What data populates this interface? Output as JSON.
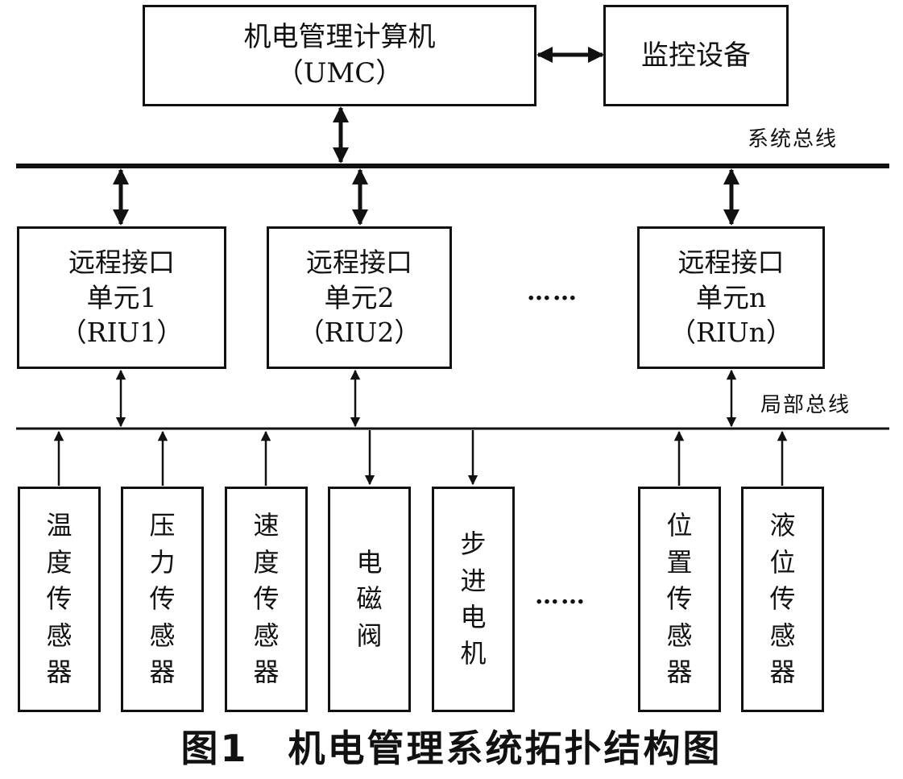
{
  "top": {
    "umc_title": "机电管理计算机",
    "umc_abbr": "（UMC）",
    "monitor": "监控设备"
  },
  "buses": {
    "system_bus": "系统总线",
    "local_bus": "局部总线"
  },
  "rius": [
    {
      "line1": "远程接口",
      "line2": "单元1",
      "line3": "（RIU1）"
    },
    {
      "line1": "远程接口",
      "line2": "单元2",
      "line3": "（RIU2）"
    },
    {
      "line1": "远程接口",
      "line2": "单元n",
      "line3": "（RIUn）"
    }
  ],
  "riu_ellipsis": "……",
  "devices": [
    {
      "label": "温度传感器"
    },
    {
      "label": "压力传感器"
    },
    {
      "label": "速度传感器"
    },
    {
      "label": "电磁阀"
    },
    {
      "label": "步进电机"
    },
    {
      "label": "位置传感器"
    },
    {
      "label": "液位传感器"
    }
  ],
  "device_ellipsis": "……",
  "caption": "图1　机电管理系统拓扑结构图"
}
